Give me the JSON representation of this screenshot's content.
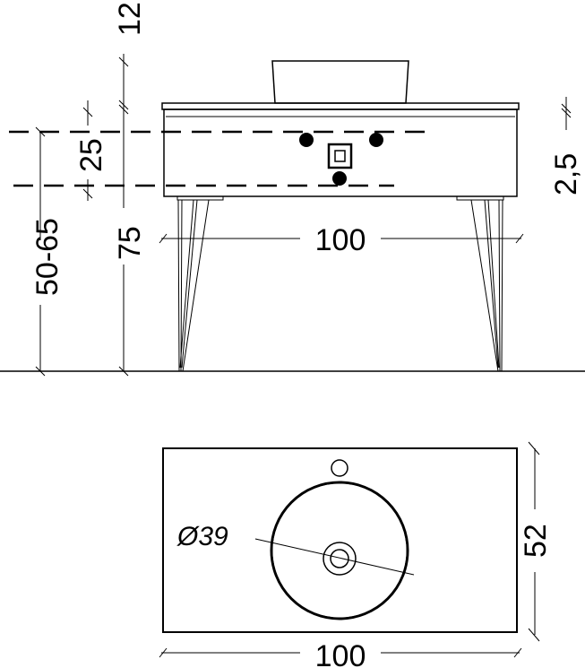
{
  "front_view": {
    "dim_mirror_range": "50-65",
    "dim_height": "75",
    "dim_basin_height": "12",
    "dim_drawer": "25",
    "dim_top_thickness": "2,5",
    "dim_width": "100"
  },
  "top_view": {
    "dim_basin_diameter": "Ø39",
    "dim_depth": "52",
    "dim_width": "100"
  }
}
